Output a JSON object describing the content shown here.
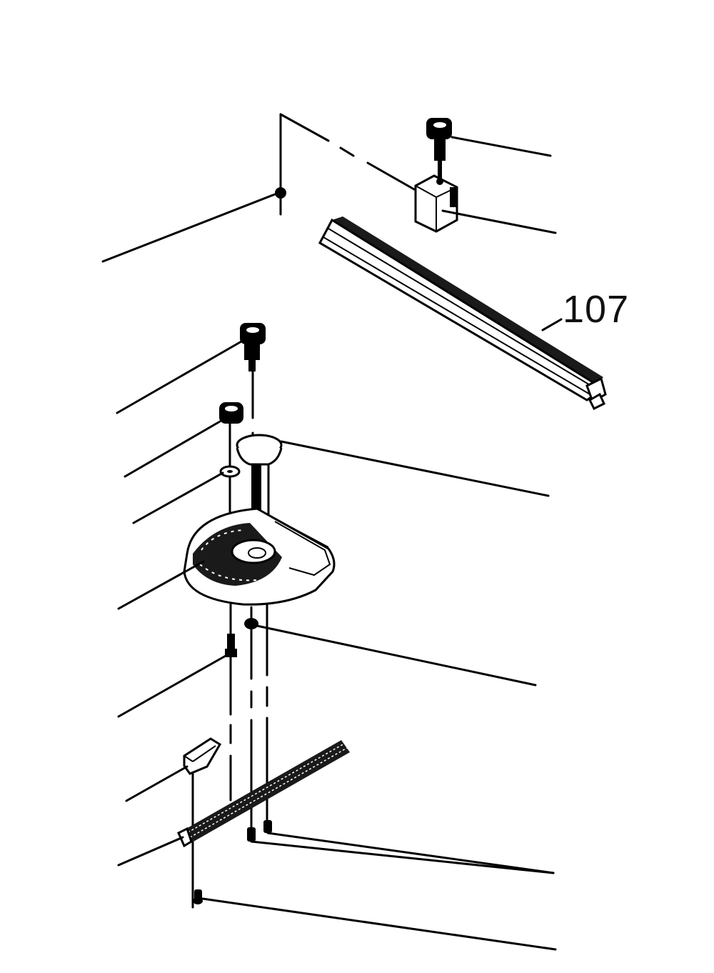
{
  "diagram": {
    "type": "exploded-parts-diagram",
    "description": "Miter gauge assembly with fence rail, knobs, washer, protractor head, guide bar, and screws",
    "callouts": [
      {
        "id": "callout-107",
        "label": "107",
        "part": "fence-rail"
      }
    ],
    "colors": {
      "line": "#000000",
      "background": "#ffffff"
    }
  }
}
